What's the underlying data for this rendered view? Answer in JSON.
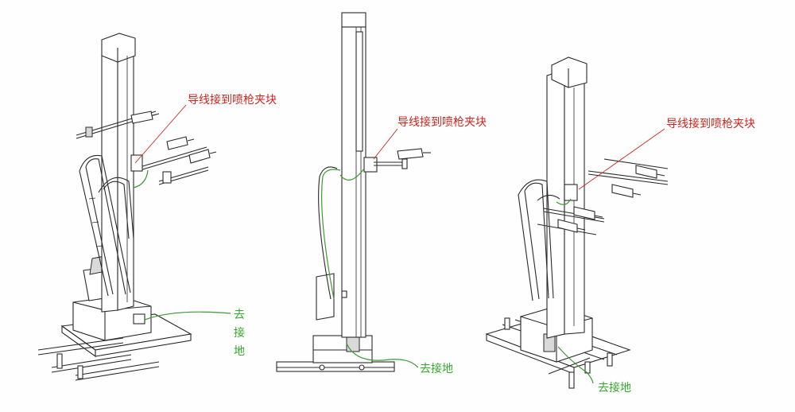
{
  "colors": {
    "annotation_red": "#c8261e",
    "annotation_green": "#35a82c",
    "line_dark": "#2a2a2a",
    "background": "#fefefe"
  },
  "annotations": {
    "left_gun_clamp": "导线接到喷枪夹块",
    "left_ground_1": "去",
    "left_ground_2": "接",
    "left_ground_3": "地",
    "center_gun_clamp": "导线接到喷枪夹块",
    "center_ground": "去接地",
    "right_gun_clamp": "导线接到喷枪夹块",
    "right_ground": "去接地"
  }
}
